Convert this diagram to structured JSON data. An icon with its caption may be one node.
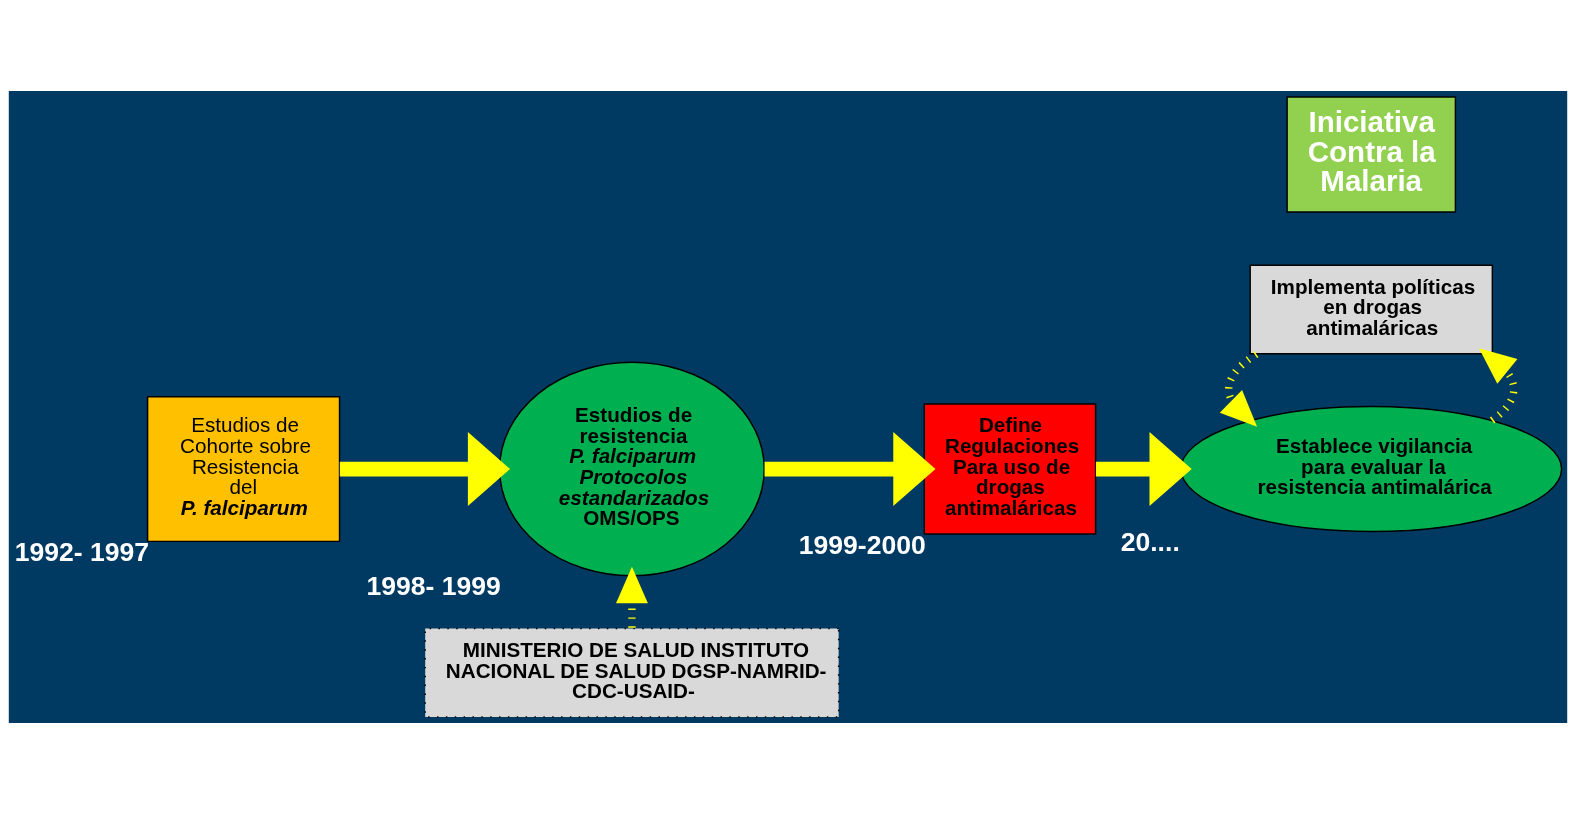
{
  "diagram": {
    "nodes": [
      {
        "text": [
          "Estudios de Cohorte sobre Resistencia del",
          "P. falciparum"
        ],
        "beside": [
          "1992- 1997"
        ]
      },
      {
        "text": [
          "Estudios de resistencia",
          "P. falciparum Protocolos estandarizados",
          "OMS/OPS"
        ],
        "beside": [
          "1998- 1999"
        ]
      },
      {
        "text": [
          "Define Regulaciones Para uso de drogas antimaláricas"
        ],
        "beside": [
          "1999-2000"
        ]
      },
      {
        "text": [
          "Iniciativa Contra la Malaria"
        ]
      },
      {
        "text": [
          "Establece vigilancia para evaluar la resistencia antimalárica"
        ],
        "beside": [
          "20...."
        ]
      },
      {
        "text": [
          "MINISTERIO DE SALUD INSTITUTO NACIONAL DE SALUD DGSP-NAMRID- CDC-USAID-"
        ]
      },
      {
        "text": [
          "Implementa políticas en drogas antimaláricas"
        ]
      }
    ],
    "edges": [
      {
        "from": 0,
        "to": 1,
        "arrow": "to",
        "style": "thick"
      },
      {
        "from": 1,
        "to": 2,
        "arrow": "to",
        "style": "thick"
      },
      {
        "from": 2,
        "to": 4,
        "arrow": "to",
        "style": "thick"
      },
      {
        "from": 5,
        "to": 1,
        "arrow": "to",
        "style": "dashed"
      },
      {
        "from": 4,
        "to": 6,
        "arrow": "to",
        "style": "dashed"
      },
      {
        "from": 6,
        "to": 4,
        "arrow": "to",
        "style": "dashed"
      }
    ]
  }
}
